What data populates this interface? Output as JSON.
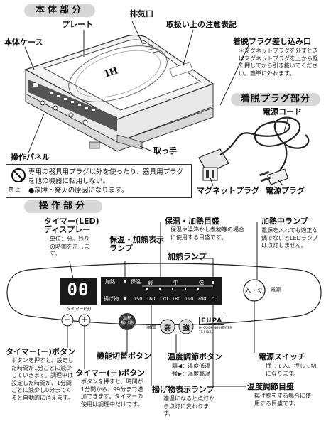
{
  "headers": {
    "body_parts": "本体部分",
    "plug_parts": "着脱プラグ部分",
    "operation_parts": "操作部分"
  },
  "body_labels": {
    "plate": "プレート",
    "exhaust": "排気口",
    "caution_label": "取扱い上の注意表記",
    "body_case": "本体ケース",
    "plug_slot": "着脱プラグ差し込み口",
    "plug_slot_note": "＊マグネットプラグを外すときはマグネットプラグを上から軽く押してから引き抜いてください。簡単に外れます。",
    "control_panel": "操作パネル",
    "handle": "取っ手",
    "power_cord": "電源コード",
    "magnet_plug": "マグネットプラグ",
    "power_plug": "電源プラグ",
    "brand_on_plate": "IH"
  },
  "warning": {
    "text": "専用の器具用プラグ以外を使ったり、器具用プラグを他の機器に転用しない。",
    "bullet": "●故障・発火の原因になります。",
    "prohibited": "禁 止"
  },
  "panel_labels": {
    "timer_display": "タイマー(LED)\nディスプレー",
    "timer_display_desc": "単位：分。残りの時間を示します。",
    "keep_warm_lamp": "保温・加熱表示\nランプ",
    "keep_warm_scale": "保温・加熱目盛",
    "keep_warm_scale_desc": "保温や湯沸かし煮物等の場合に使用する目盛です。",
    "heating_lamp": "加熱ランプ",
    "heating_in_progress": "加熱中ランプ",
    "heating_in_progress_desc": "電源を入れても適正な鍋でないとLEDランプは点灯しません。",
    "timer_minus": "タイマー(－)ボタン",
    "timer_minus_desc": "ボタンを押すと、設定した時間が1分ごとに減少していきます。調理中は設定した時間が、1分間ごとに減少し0分までくると自動的に消えます。",
    "mode_button": "機能切替ボタン",
    "timer_plus": "タイマー(＋)ボタン",
    "timer_plus_desc": "ボタンを押すと、時間が1分間から、99分まで増加できます。タイマーの使用は調理中だけです。",
    "temp_button": "温度調節ボタン",
    "temp_button_desc": "弱◀：温度低温\n強▶：温度高温",
    "fry_lamp": "揚げ物表示ランプ",
    "fry_lamp_desc": "適温になると点灯から点灯に変わります。",
    "temp_scale": "温度調節目盛",
    "temp_scale_desc": "揚げ物をする場合に使用する目盛です。",
    "power_switch": "電源スイッチ",
    "power_switch_desc": "押して入、押して切になります。"
  },
  "panel": {
    "display_value": "00",
    "timer_caption": "タイマー(分)",
    "heat_label": "加熱",
    "keep_label": "保温",
    "fry_label": "揚げ物",
    "scale_levels": [
      "弱",
      "中",
      "強"
    ],
    "temps": [
      "150",
      "160",
      "170",
      "180",
      "190",
      "200",
      "℃"
    ],
    "minus": "−",
    "plus": "+",
    "mode_button": "加熱\n揚げ物",
    "temp_label": "温度",
    "weak": "弱",
    "strong": "強",
    "brand": "EUPA",
    "model": "IH COOKING HEATER\nTK-IH141",
    "power_button": "入・切",
    "power_text": "電源"
  }
}
